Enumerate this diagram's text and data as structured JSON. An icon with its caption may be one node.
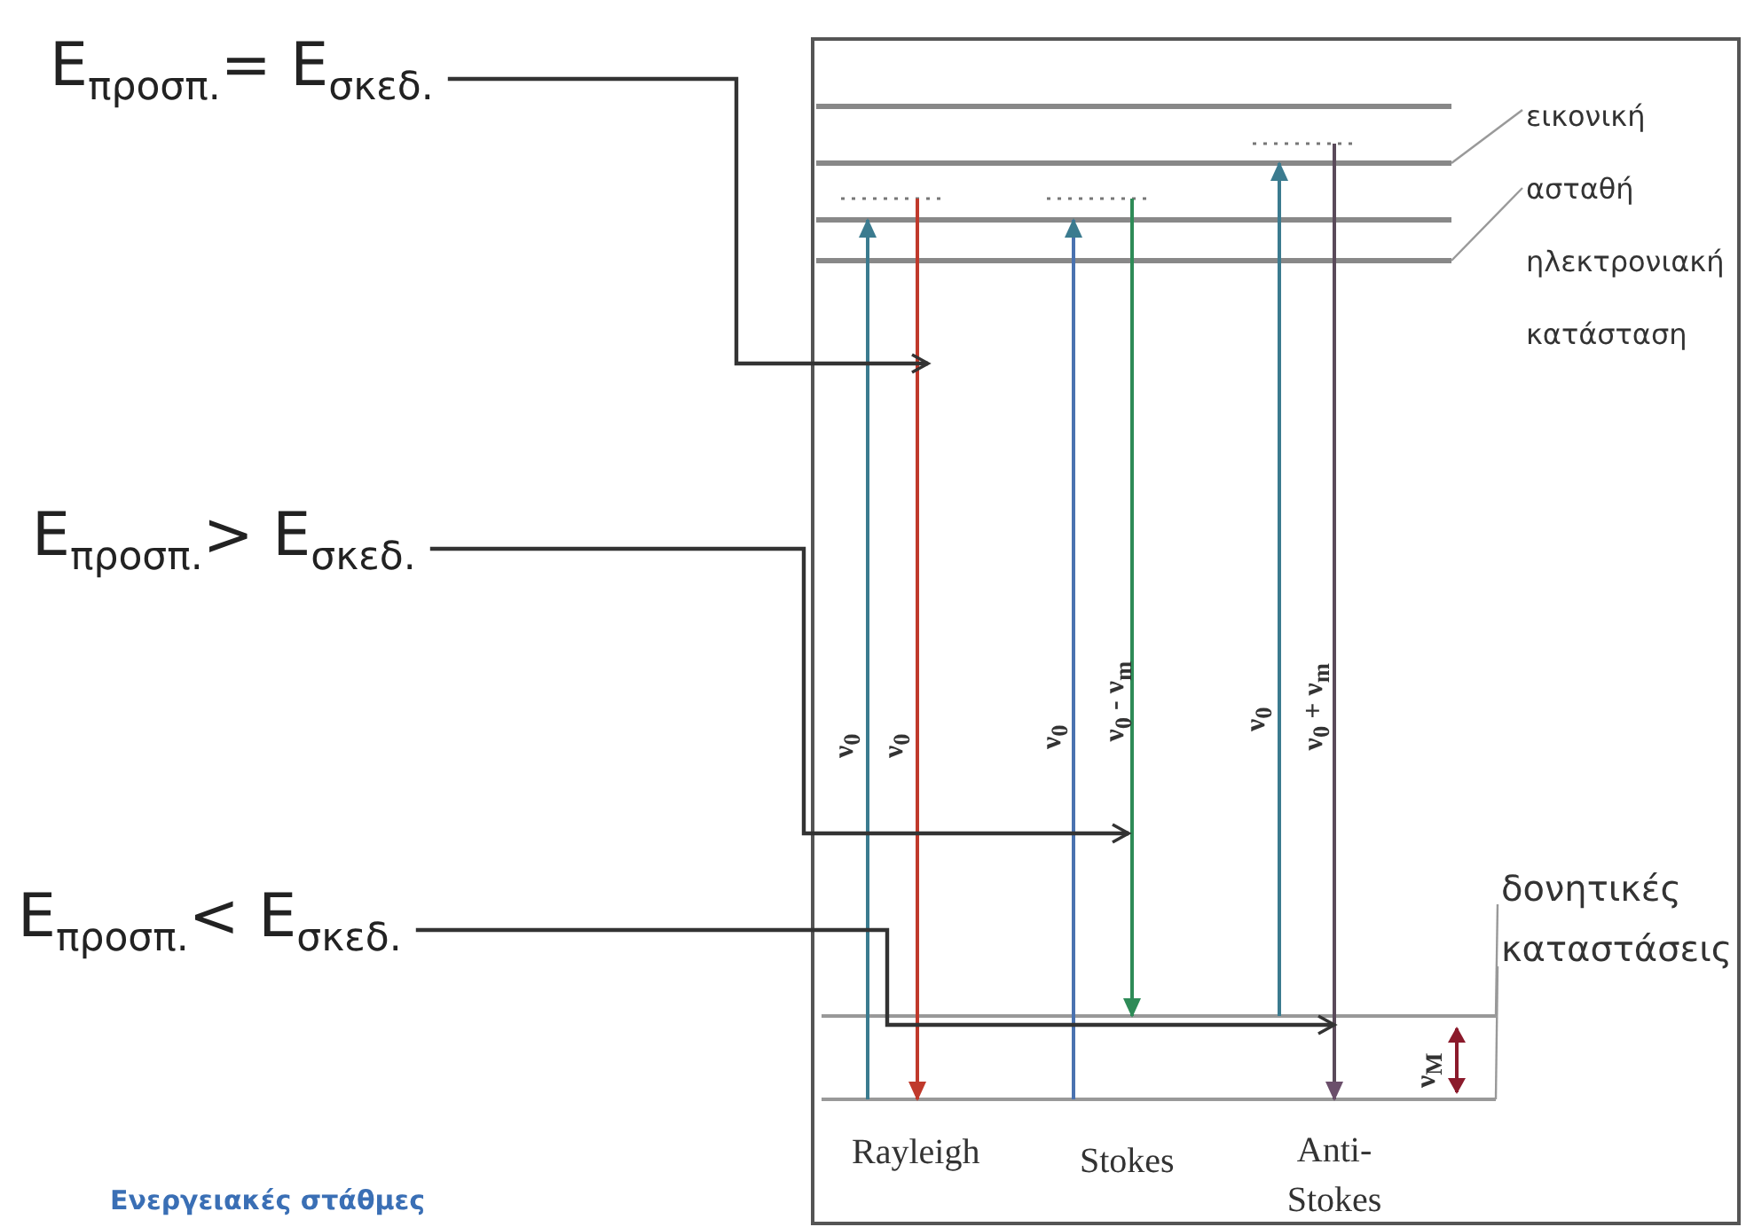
{
  "diagram": {
    "caption": "Ενεργειακές στάθμες",
    "nodes": [
      {
        "text": [
          "E$_{προσπ.}$= E$_{σκεδ.}$"
        ]
      },
      {
        "text": [
          "E$_{προσπ.}$> E$_{σκεδ.}$"
        ]
      },
      {
        "text": [
          "E$_{προσπ.}$< E$_{σκεδ.}$"
        ]
      },
      {
        "text": [
          "εικονική ασταθή ηλεκτρονιακή κατάσταση"
        ]
      },
      {
        "text": [
          "δονητικές καταστάσεις"
        ]
      }
    ],
    "edges": [
      {
        "from": 0,
        "to": null,
        "arrow": "to",
        "color": "#333333"
      },
      {
        "from": 1,
        "to": null,
        "arrow": "to",
        "color": "#333333"
      },
      {
        "from": 2,
        "to": null,
        "arrow": "to",
        "color": "#333333"
      },
      {
        "from": 3,
        "to": null,
        "arrow": "none"
      },
      {
        "from": 3,
        "to": null,
        "arrow": "none"
      },
      {
        "from": 4,
        "to": null,
        "arrow": "none"
      },
      {
        "from": 4,
        "to": null,
        "arrow": "none"
      }
    ],
    "labels": [
      "ν$_{0}$",
      "ν$_{0}$",
      "ν$_{0}$",
      "ν$_{0}$ - ν$_{m}$",
      "ν$_{0}$",
      "ν$_{0}$ + ν$_{m}$",
      "ν$_{M}$",
      "Rayleigh",
      "Stokes",
      "Anti- Stokes"
    ]
  }
}
